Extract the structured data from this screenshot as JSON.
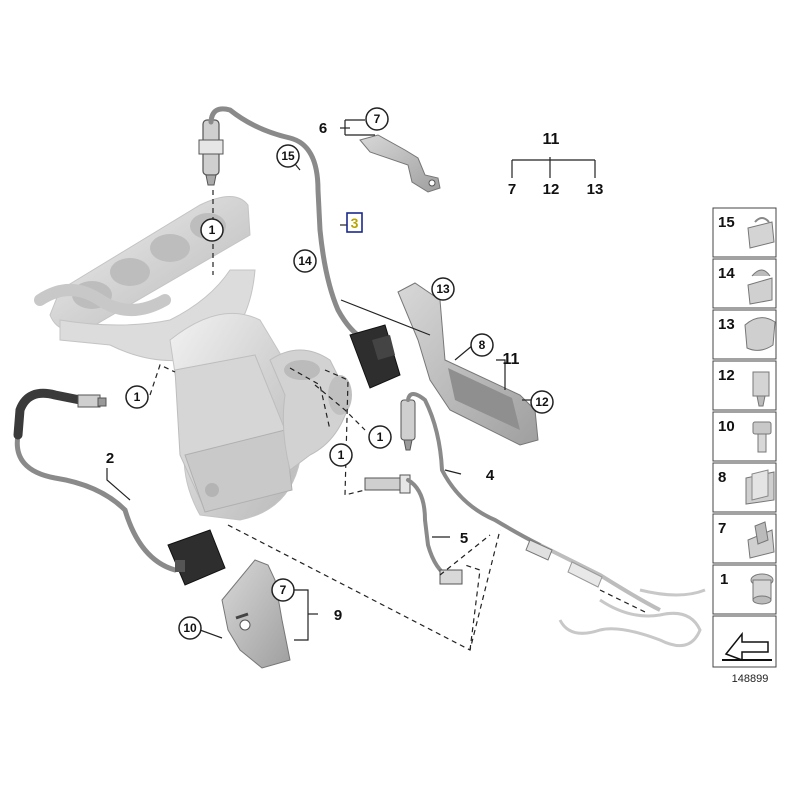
{
  "diagram": {
    "reference_number": "148899",
    "hl_label": "3",
    "labels": {
      "l2": "2",
      "l4": "4",
      "l5": "5",
      "l6": "6",
      "l9": "9",
      "l11a": "11",
      "l11b": "11",
      "t7": "7",
      "t12": "12",
      "t13": "13"
    },
    "callouts": {
      "c1a": "1",
      "c1b": "1",
      "c1c": "1",
      "c1d": "1",
      "c15": "15",
      "c14": "14",
      "c7a": "7",
      "c7b": "7",
      "c13": "13",
      "c8": "8",
      "c12": "12",
      "c10": "10"
    },
    "legend": [
      "15",
      "14",
      "13",
      "12",
      "10",
      "8",
      "7",
      "1"
    ]
  }
}
